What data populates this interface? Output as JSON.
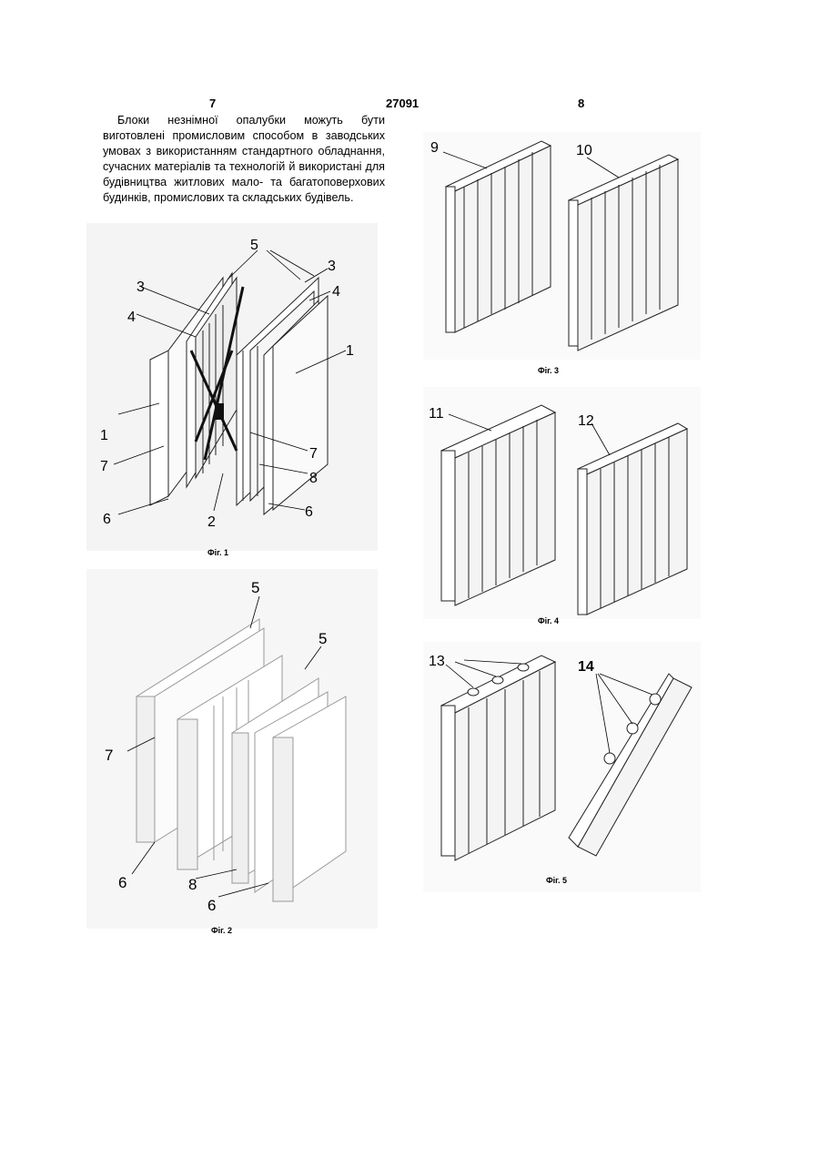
{
  "header": {
    "left_page": "7",
    "patent_number": "27091",
    "right_page": "8"
  },
  "body_text": "Блоки незнімної опалубки можуть бути виготовлені промисловим способом в заводських умовах з використанням стандартного обладнання, сучасних матеріалів та технологій й використані для будівництва житлових мало- та багатоповерхових будинків, промислових та складських будівель.",
  "figures": [
    {
      "caption": "Фіг. 1",
      "labels": [
        "5",
        "3",
        "3",
        "4",
        "4",
        "1",
        "1",
        "7",
        "7",
        "8",
        "2",
        "6",
        "6"
      ]
    },
    {
      "caption": "Фіг. 2",
      "labels": [
        "5",
        "5",
        "7",
        "6",
        "8",
        "6"
      ]
    },
    {
      "caption": "Фіг. 3",
      "labels": [
        "9",
        "10"
      ]
    },
    {
      "caption": "Фіг. 4",
      "labels": [
        "11",
        "12"
      ]
    },
    {
      "caption": "Фіг. 5",
      "labels": [
        "13",
        "14"
      ]
    }
  ]
}
